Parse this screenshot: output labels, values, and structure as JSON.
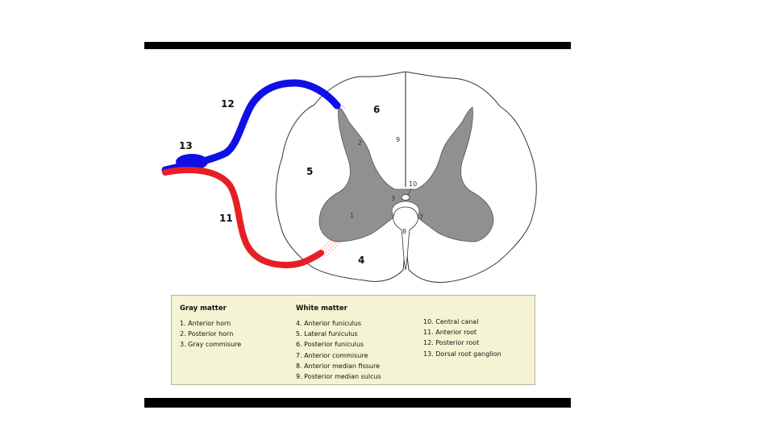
{
  "diagram": {
    "labels": [
      "1",
      "2",
      "3",
      "4",
      "5",
      "6",
      "7",
      "8",
      "9",
      "10",
      "11",
      "12",
      "13"
    ],
    "colors": {
      "gray_matter": "#909090",
      "posterior_root": "#1010e6",
      "anterior_root": "#e61f26",
      "legend_background": "#f4f4d4",
      "frame_bar": "#000000"
    }
  },
  "legend": {
    "gray_matter": {
      "title": "Gray matter",
      "items": [
        "1. Anterior horn",
        "2. Posterior horn",
        "3. Gray commisure"
      ]
    },
    "white_matter": {
      "title": "White matter",
      "items": [
        "4. Anterior funiculus",
        "5. Lateral funiculus",
        "6. Posterior funiculus",
        "7. Anterior commisure",
        "8. Anterior median fissure",
        "9. Posterior median sulcus"
      ]
    },
    "other": {
      "items": [
        "10. Central canal",
        "11. Anterior root",
        "12. Posterior root",
        "13. Dorsal root ganglion"
      ]
    }
  }
}
